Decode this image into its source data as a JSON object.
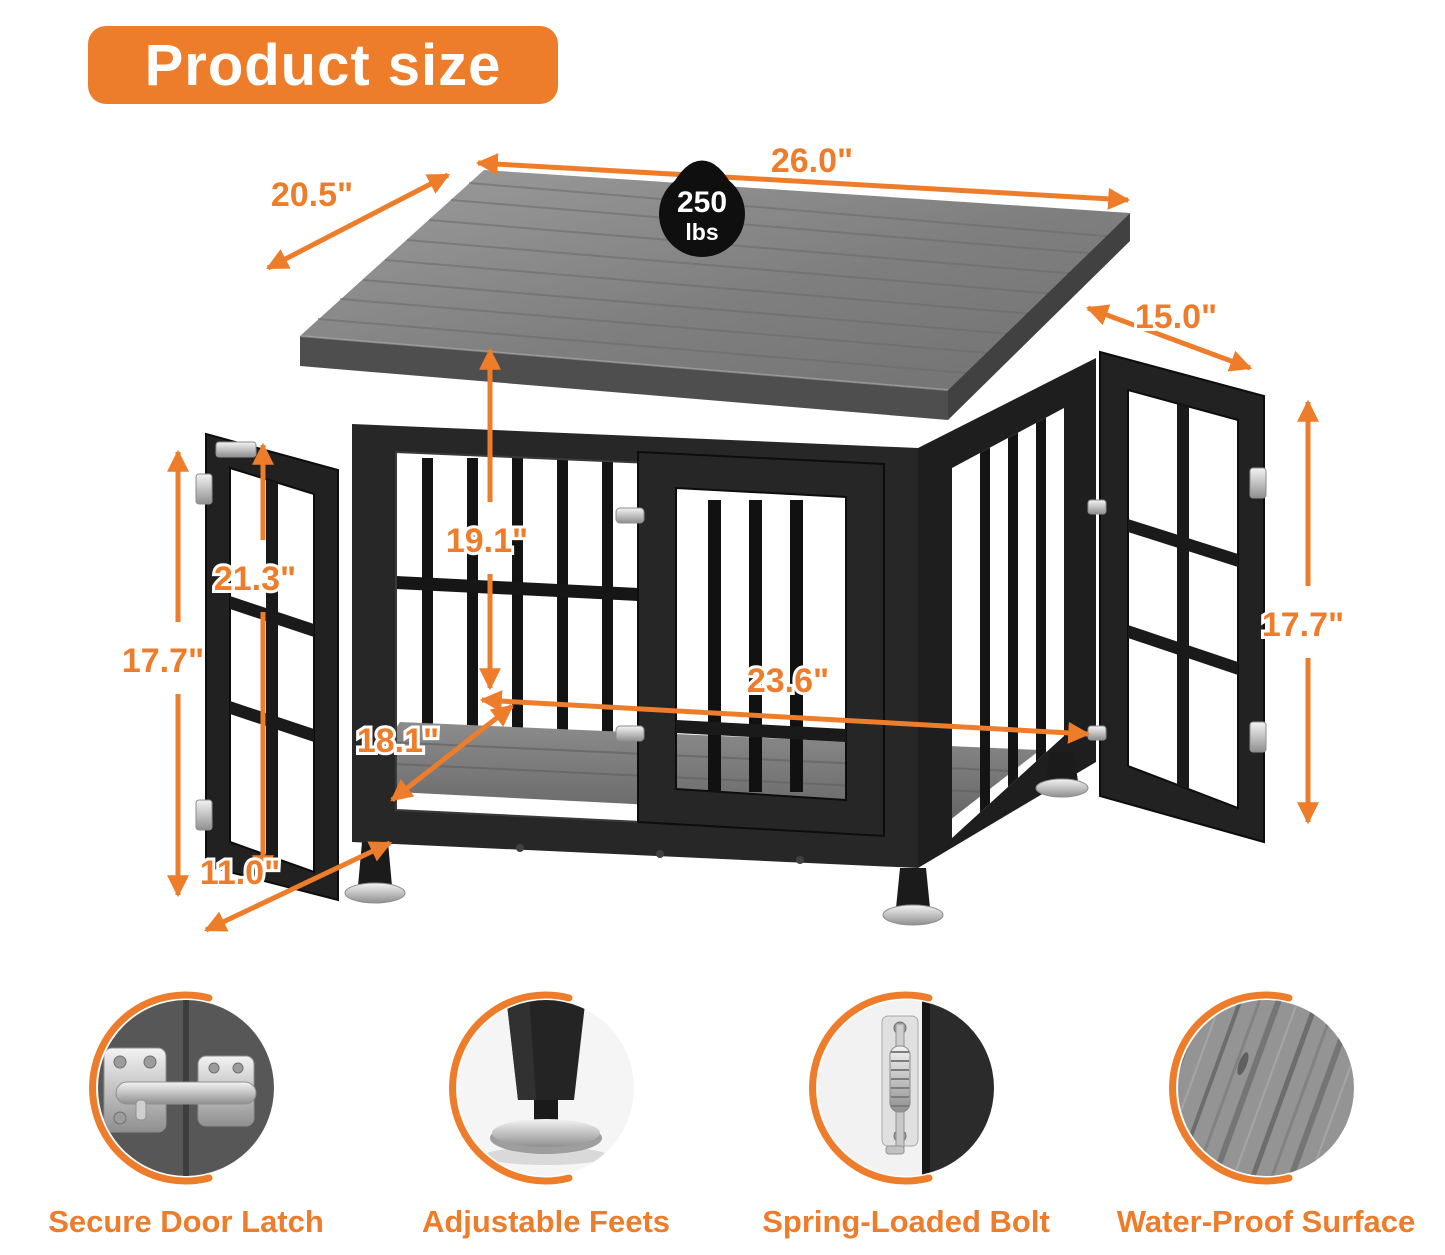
{
  "title": "Product size",
  "colors": {
    "accent": "#ED7D2B",
    "crate_black": "#1f1f1f",
    "wood_gray": "#8a8a8a"
  },
  "weight_badge": {
    "value": "250",
    "unit": "lbs"
  },
  "dimensions": {
    "top_length": {
      "label": "26.0\""
    },
    "top_depth": {
      "label": "20.5\""
    },
    "side_door_width": {
      "label": "15.0\""
    },
    "door_height_left": {
      "label": "21.3\""
    },
    "interior_height": {
      "label": "19.1\""
    },
    "height_left": {
      "label": "17.7\""
    },
    "height_right": {
      "label": "17.7\""
    },
    "interior_width": {
      "label": "23.6\""
    },
    "interior_depth": {
      "label": "18.1\""
    },
    "door_width_left": {
      "label": "11.0\""
    }
  },
  "features": [
    {
      "label": "Secure Door Latch"
    },
    {
      "label": "Adjustable Feets"
    },
    {
      "label": "Spring-Loaded Bolt"
    },
    {
      "label": "Water-Proof Surface"
    }
  ]
}
